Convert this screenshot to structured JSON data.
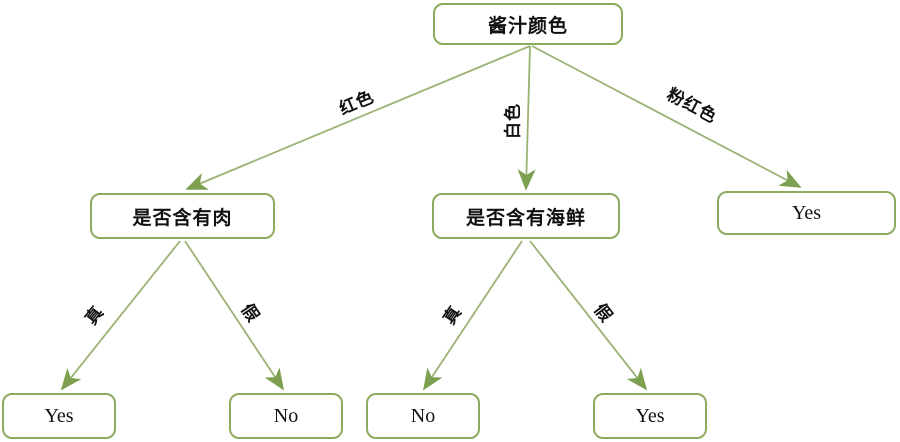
{
  "diagram": {
    "type": "decision-tree",
    "colors": {
      "line": "#9AB274",
      "arrowhead": "#7CA04F",
      "node_border": "#8CAB5F",
      "node_background": "#ffffff",
      "text": "#111111"
    },
    "nodes": [
      {
        "id": "root",
        "label": "酱汁颜色"
      },
      {
        "id": "meat",
        "label": "是否含有肉"
      },
      {
        "id": "seafood",
        "label": "是否含有海鲜"
      },
      {
        "id": "pink-result",
        "label": "Yes"
      },
      {
        "id": "meat-true",
        "label": "Yes"
      },
      {
        "id": "meat-false",
        "label": "No"
      },
      {
        "id": "seafood-true",
        "label": "No"
      },
      {
        "id": "seafood-false",
        "label": "Yes"
      }
    ],
    "edges": [
      {
        "from": "root",
        "to": "meat",
        "label": "红色"
      },
      {
        "from": "root",
        "to": "seafood",
        "label": "白色"
      },
      {
        "from": "root",
        "to": "pink-result",
        "label": "粉红色"
      },
      {
        "from": "meat",
        "to": "meat-true",
        "label": "真"
      },
      {
        "from": "meat",
        "to": "meat-false",
        "label": "假"
      },
      {
        "from": "seafood",
        "to": "seafood-true",
        "label": "真"
      },
      {
        "from": "seafood",
        "to": "seafood-false",
        "label": "假"
      }
    ]
  }
}
